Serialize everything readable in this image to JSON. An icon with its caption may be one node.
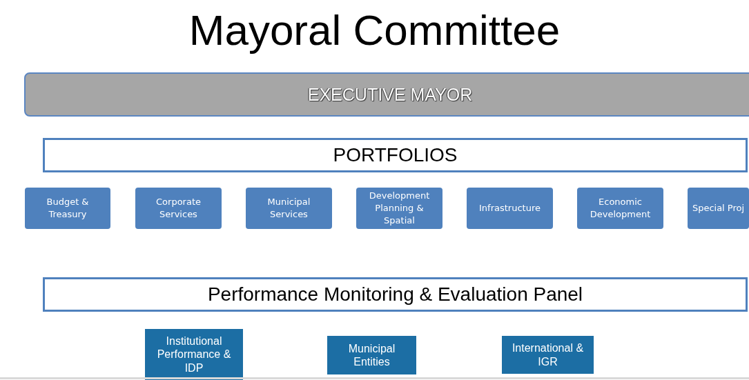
{
  "diagram": {
    "title": "Mayoral Committee",
    "nodes": [
      {
        "text": [
          "EXECUTIVE MAYOR"
        ]
      },
      {
        "text": [
          "PORTFOLIOS"
        ]
      },
      {
        "text": [
          "Budget & Treasury"
        ]
      },
      {
        "text": [
          "Corporate Services"
        ]
      },
      {
        "text": [
          "Municipal Services"
        ]
      },
      {
        "text": [
          "Development Planning & Spatial"
        ]
      },
      {
        "text": [
          "Infrastructure"
        ]
      },
      {
        "text": [
          "Economic Development"
        ]
      },
      {
        "text": [
          "Special Proj"
        ]
      },
      {
        "text": [
          "Performance Monitoring & Evaluation Panel"
        ]
      },
      {
        "text": [
          "Institutional Performance & IDP"
        ]
      },
      {
        "text": [
          "Municipal Entities"
        ]
      },
      {
        "text": [
          "International & IGR"
        ]
      }
    ]
  }
}
